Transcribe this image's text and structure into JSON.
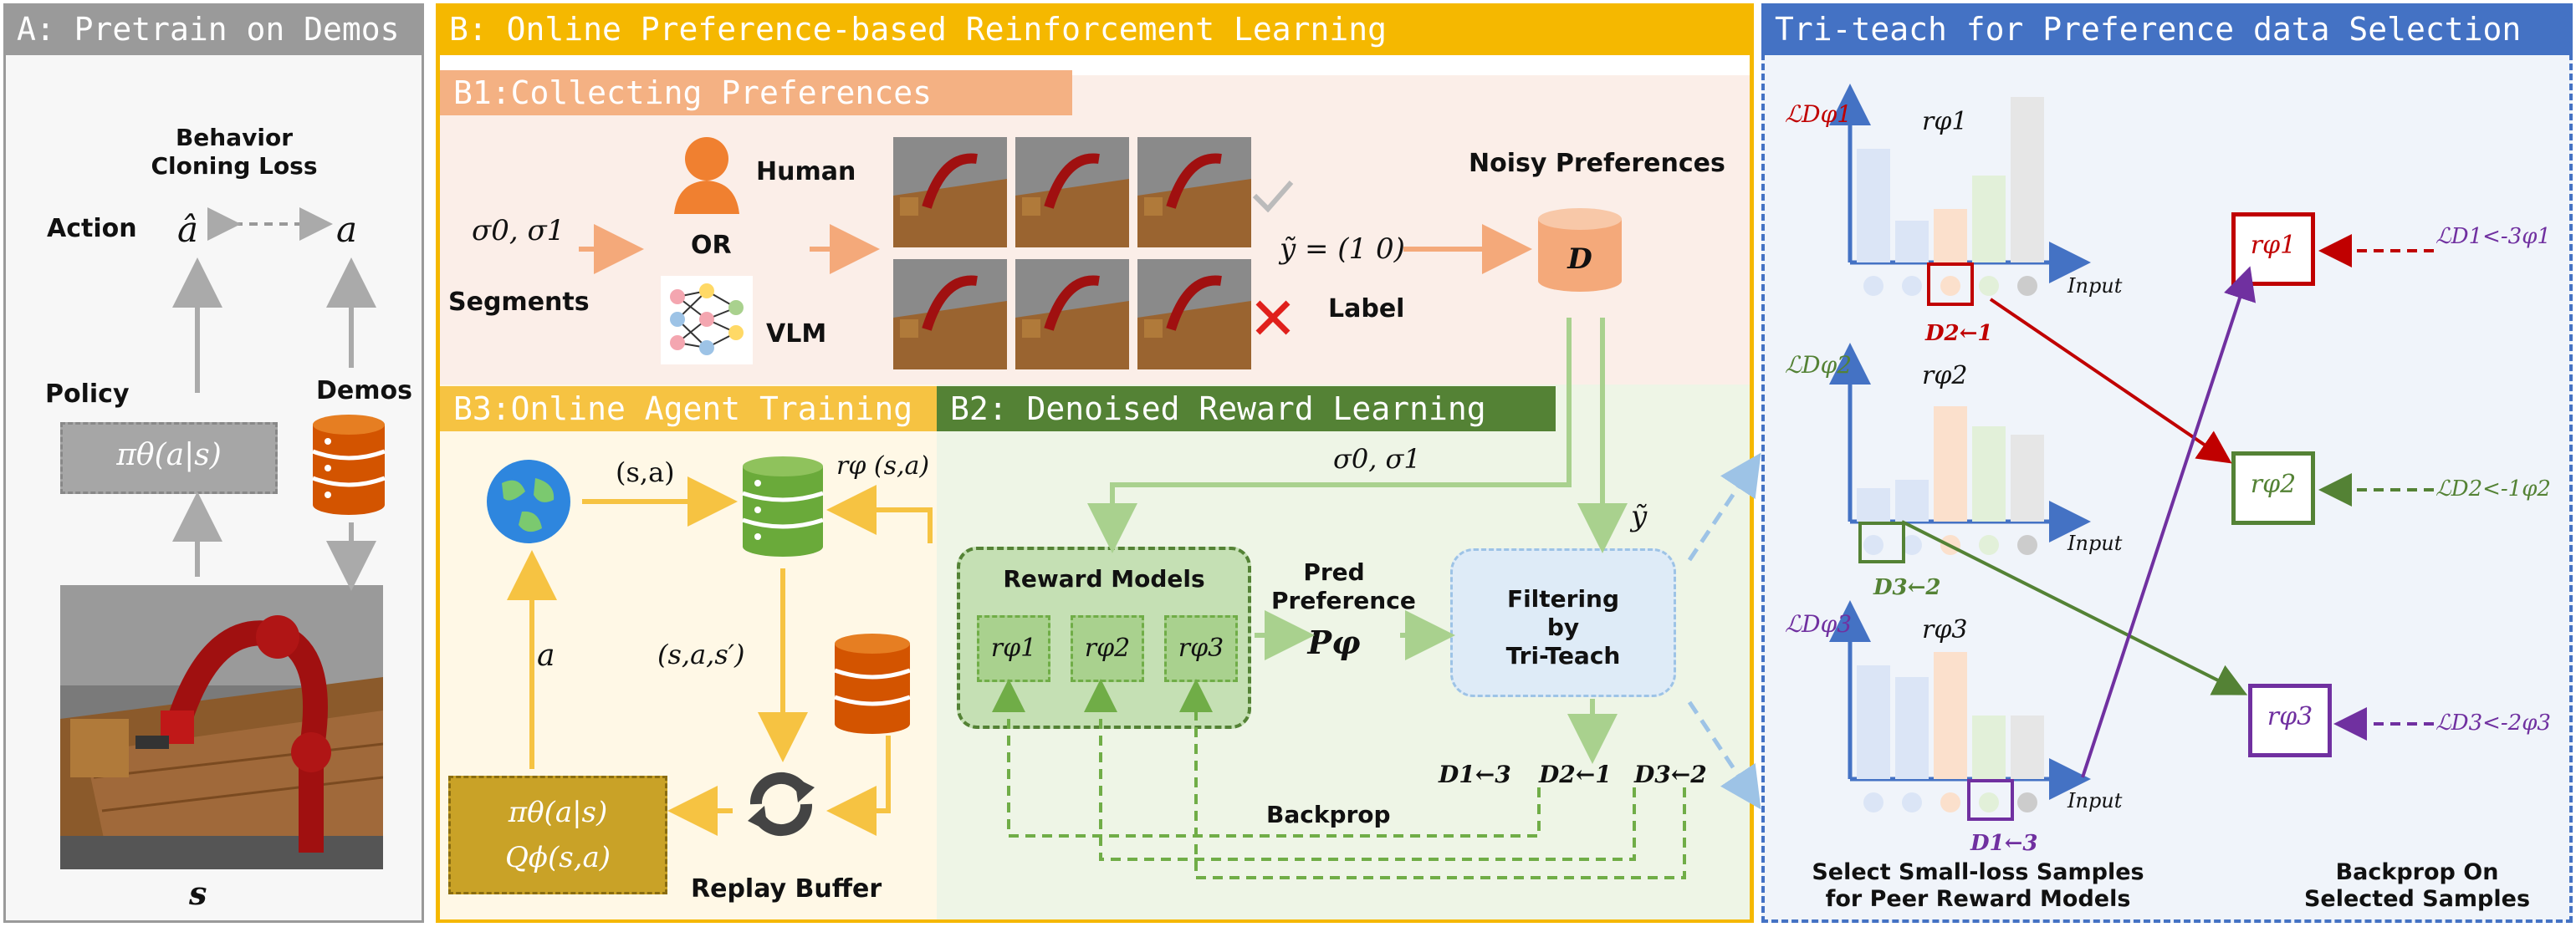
{
  "panel_a": {
    "header": "A: Pretrain on Demos",
    "bc_loss": "Behavior Cloning Loss",
    "action": "Action",
    "a_hat": "â",
    "a": "a",
    "policy": "Policy",
    "demos": "Demos",
    "policy_box": "πθ(a|s)",
    "state": "s"
  },
  "panel_b": {
    "header": "B: Online Preference-based Reinforcement Learning",
    "b1": {
      "header": "B1:Collecting Preferences",
      "sigma": "σ0, σ1",
      "segments": "Segments",
      "human": "Human",
      "or": "OR",
      "vlm": "VLM",
      "label": "Label",
      "y_eq": "ỹ = (1 0)",
      "noisy": "Noisy Preferences",
      "db": "D"
    },
    "b3": {
      "header": "B3:Online Agent Training",
      "sa": "(s,a)",
      "r_sa": "rφ (s,a)",
      "a": "a",
      "sas": "(s,a,s′)",
      "policy1": "πθ(a|s)",
      "policy2": "Qϕ(s,a)",
      "replay": "Replay Buffer"
    },
    "b2": {
      "header": "B2: Denoised Reward Learning",
      "sigma": "σ0, σ1",
      "y_tilde": "ỹ",
      "reward_models": "Reward Models",
      "r1": "rφ1",
      "r2": "rφ2",
      "r3": "rφ3",
      "pred": "Pred Preference",
      "p_phi": "Pφ",
      "filter1": "Filtering",
      "filter2": "by",
      "filter3": "Tri-Teach",
      "d1": "D1←3",
      "d2": "D2←1",
      "d3": "D3←2",
      "backprop": "Backprop"
    }
  },
  "panel_c": {
    "header": "Tri-teach for Preference data Selection",
    "loss1": "ℒDφ1",
    "loss2": "ℒDφ2",
    "loss3": "ℒDφ3",
    "r1": "rφ1",
    "r2": "rφ2",
    "r3": "rφ3",
    "input": "Input",
    "d21": "D2←1",
    "d32": "D3←2",
    "d13": "D1←3",
    "right_loss1": "ℒD1<-3φ1",
    "right_loss2": "ℒD2<-1φ2",
    "right_loss3": "ℒD3<-2φ3",
    "caption_left1": "Select Small-loss Samples",
    "caption_left2": "for Peer Reward Models",
    "caption_right1": "Backprop On",
    "caption_right2": "Selected Samples"
  },
  "colors": {
    "gray": "#9a9a9a",
    "orange": "#f5a623",
    "yellow": "#f6c342",
    "blue": "#4472c4",
    "red": "#c00000",
    "green": "#548235",
    "purple": "#7030a0"
  }
}
